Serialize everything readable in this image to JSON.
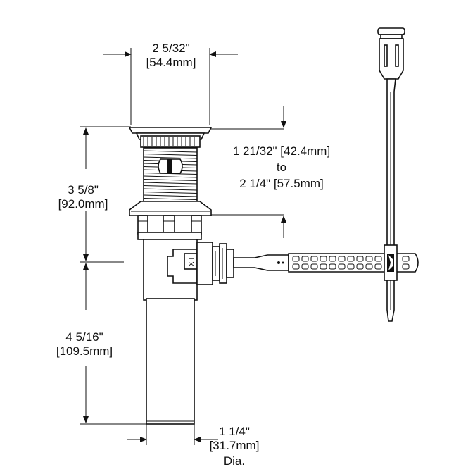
{
  "dimensions": {
    "flange_width": {
      "imperial": "2 5/32\"",
      "metric": "[54.4mm]"
    },
    "thread_range": {
      "line1": "1 21/32\" [42.4mm]",
      "line2": "to",
      "line3": "2 1/4\" [57.5mm]"
    },
    "upper_height": {
      "imperial": "3 5/8\"",
      "metric": "[92.0mm]"
    },
    "tailpiece_length": {
      "imperial": "4 5/16\"",
      "metric": "[109.5mm]"
    },
    "tailpiece_diameter": {
      "imperial": "1 1/4\"",
      "metric": "[31.7mm]",
      "suffix": "Dia."
    }
  },
  "part_labels": {
    "pivot_nut_mark": "LX"
  },
  "colors": {
    "line": "#111111",
    "background": "#ffffff"
  }
}
